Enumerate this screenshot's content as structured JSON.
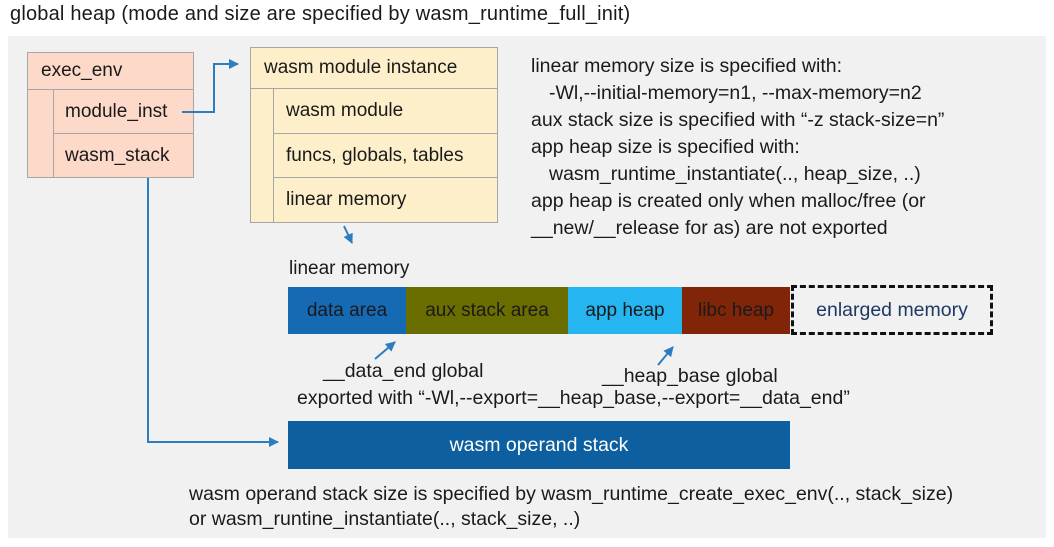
{
  "title": "global heap (mode and size are specified by wasm_runtime_full_init)",
  "exec_env": {
    "header": "exec_env",
    "rows": [
      "module_inst",
      "wasm_stack"
    ]
  },
  "module_instance": {
    "header": "wasm module instance",
    "rows": [
      "wasm module",
      "funcs, globals, tables",
      "linear memory"
    ]
  },
  "notes": {
    "lines": [
      {
        "text": "linear memory size is specified with:"
      },
      {
        "text": "-Wl,--initial-memory=n1, --max-memory=n2"
      },
      {
        "text": "aux stack size is specified with “-z stack-size=n”"
      },
      {
        "text": "app heap size is specified with:"
      },
      {
        "text": "wasm_runtime_instantiate(.., heap_size, ..)"
      },
      {
        "text": "app heap is created only when malloc/free (or"
      },
      {
        "text": "__new/__release for as) are not exported"
      }
    ]
  },
  "linear_memory": {
    "label": "linear memory",
    "segments": [
      {
        "label": "data area",
        "color": "#156ab3",
        "text_color": "#ffffff"
      },
      {
        "label": "aux stack area",
        "color": "#6a6e00",
        "text_color": "#ffffff"
      },
      {
        "label": "app heap",
        "color": "#25b6f2",
        "text_color": "#ffffff"
      },
      {
        "label": "libc heap",
        "color": "#802508",
        "text_color": "#ffffff"
      }
    ],
    "enlarged": {
      "label": "enlarged memory",
      "text_color": "#1f3864"
    }
  },
  "annotations": {
    "data_end": "__data_end global",
    "heap_base": "__heap_base global",
    "exported": "exported with “-Wl,--export=__heap_base,--export=__data_end”"
  },
  "operand_stack": {
    "label": "wasm operand stack",
    "color": "#0e5f9f"
  },
  "footer": {
    "lines": [
      "wasm operand stack size is specified by wasm_runtime_create_exec_env(.., stack_size)",
      "or wasm_runtine_instantiate(.., stack_size, ..)"
    ]
  },
  "colors": {
    "panel_bg": "#f1f1f1",
    "exec_env_fill": "#fcd9c9",
    "instance_fill": "#fdefca",
    "box_border": "#a6a6a6",
    "connector_blue": "#2e7cc0",
    "text": "#1a1a1a"
  }
}
